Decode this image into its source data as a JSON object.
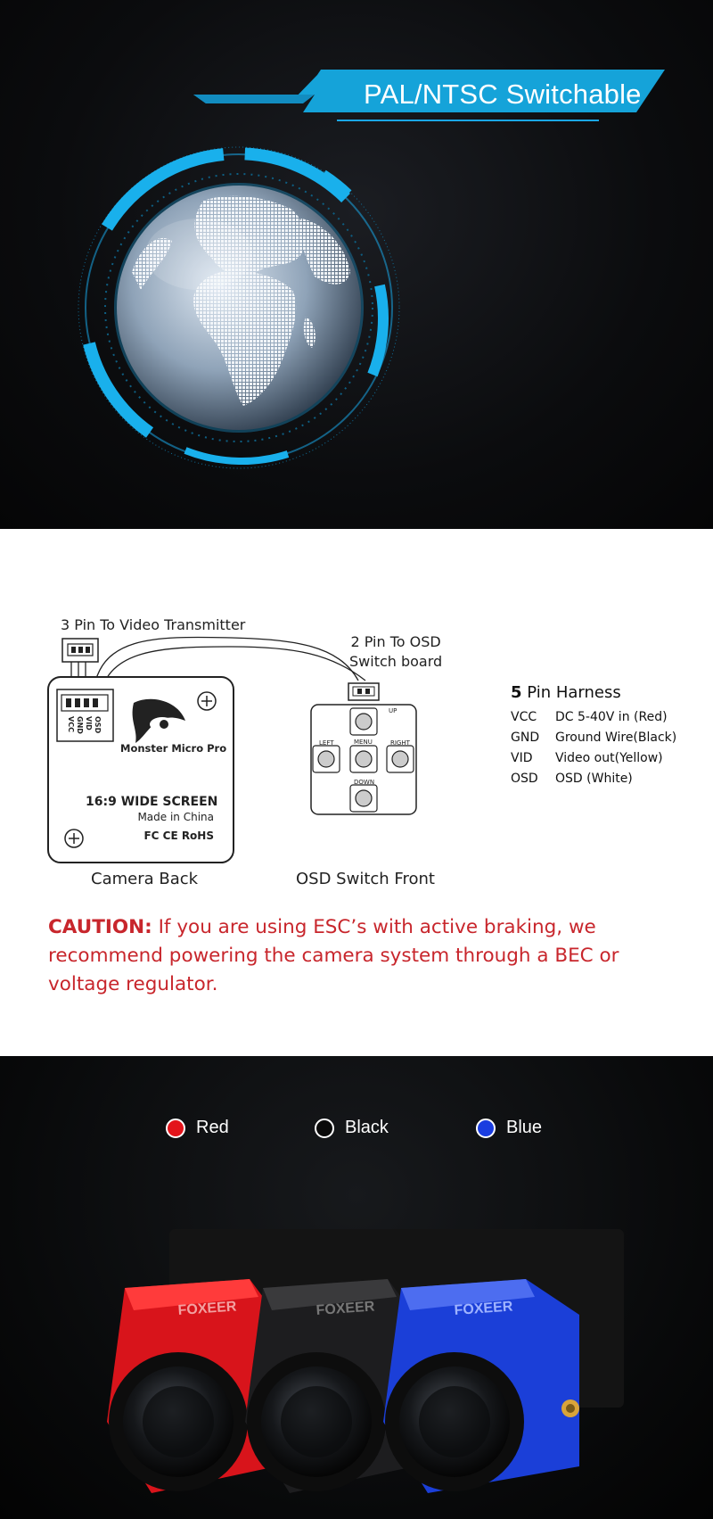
{
  "banner": {
    "title": "PAL/NTSC Switchable"
  },
  "diagram": {
    "label_3pin": "3 Pin To Video Transmitter",
    "label_2pin_line1": "2 Pin To OSD",
    "label_2pin_line2": "Switch board",
    "camera_back": {
      "model": "Monster Micro Pro",
      "screen": "16:9 WIDE SCREEN",
      "made_in": "Made in China",
      "certs": "FC CE  RoHS",
      "pins": [
        "VCC",
        "GND",
        "VID",
        "OSD"
      ],
      "caption": "Camera Back"
    },
    "osd_switch": {
      "buttons": {
        "up": "UP",
        "left": "LEFT",
        "menu": "MENU",
        "right": "RIGHT",
        "down": "DOWN"
      },
      "caption": "OSD Switch Front"
    }
  },
  "harness": {
    "num": "5",
    "title": "Pin  Harness",
    "rows": [
      {
        "key": "VCC",
        "value": "DC 5-40V in (Red)"
      },
      {
        "key": "GND",
        "value": "Ground Wire(Black)"
      },
      {
        "key": "VID",
        "value": "Video out(Yellow)"
      },
      {
        "key": "OSD",
        "value": "OSD (White)"
      }
    ]
  },
  "caution": {
    "title": "CAUTION:",
    "text": "If you are using ESC’s with active braking, we recommend powering the camera system through a BEC or voltage regulator."
  },
  "color_options": [
    {
      "label": "Red",
      "color": "#e3141b"
    },
    {
      "label": "Black",
      "color": "#0a0a0a"
    },
    {
      "label": "Blue",
      "color": "#1a3de0"
    }
  ],
  "product": {
    "brand": "FOXEER"
  }
}
